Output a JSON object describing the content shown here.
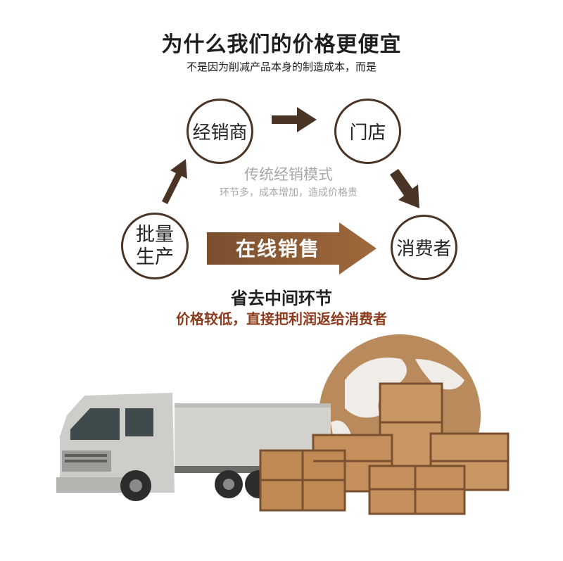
{
  "header": {
    "title": "为什么我们的价格更便宜",
    "subtitle": "不是因为削减产品本身的制造成本，而是"
  },
  "nodes": {
    "distributor": "经销商",
    "store": "门店",
    "production_line1": "批量",
    "production_line2": "生产",
    "consumer": "消费者"
  },
  "traditional": {
    "title": "传统经销模式",
    "description": "环节多，成本增加，造成价格贵"
  },
  "online": {
    "label": "在线销售"
  },
  "footer": {
    "title": "省去中间环节",
    "description": "价格较低，直接把利润返给消费者"
  },
  "colors": {
    "arrow_dark": "#4a3426",
    "arrow_brown": "#8c5a33",
    "accent_text": "#8b3a1c",
    "box": "#c08a55"
  }
}
